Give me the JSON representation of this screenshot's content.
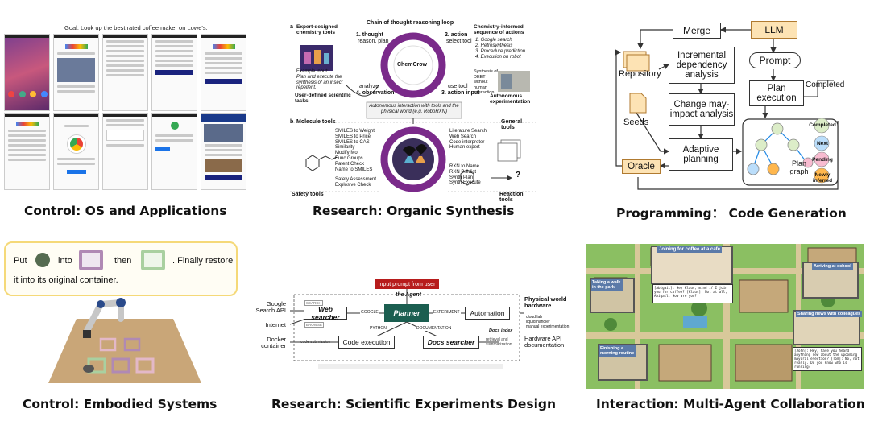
{
  "captions": {
    "os": "Control: OS and Applications",
    "synthesis": "Research: Organic Synthesis",
    "code": "Programming： Code Generation",
    "embodied": "Control: Embodied Systems",
    "experiments": "Research:  Scientific Experiments Design",
    "multiagent": "Interaction: Multi-Agent Collaboration"
  },
  "os_panel": {
    "goal": "Goal: Look up the best rated coffee maker on Lowe's."
  },
  "chemcrow": {
    "section_a": "a",
    "section_b": "b",
    "expert_tools": "Expert-designed chemistry tools",
    "loop_title": "Chain of thought reasoning loop",
    "chem_informed": "Chemistry-informed sequence of actions",
    "step1": "1. thought",
    "step1_sub": "reason, plan",
    "step2": "2. action",
    "step2_sub": "select tool",
    "step3_sub": "use tool",
    "step3": "3. action input",
    "step4_sub": "analyze",
    "step4": "4. observation",
    "core": "ChemCrow",
    "example_label": "Example input:",
    "example_text": "Plan and execute the synthesis of an insect repellent.",
    "user_tasks": "User-defined scientific tasks",
    "actions": [
      "1. Google search",
      "2. Retrosynthesis",
      "3. Procedure prediction",
      "4. Execution on robot"
    ],
    "deet": "Synthesis of DEET without human interaction.",
    "autonomous": "Autonomous experimentation",
    "interaction": "Autonomous interaction with tools and the physical world (e.g. RoboRXN)",
    "molecule_tools": "Molecule tools",
    "general_tools": "General tools",
    "safety_tools": "Safety tools",
    "reaction_tools": "Reaction tools",
    "mol_list": [
      "SMILES to Weight",
      "SMILES to Price",
      "SMILES to CAS",
      "Similarity",
      "Modify Mol",
      "Func Groups",
      "Patent Check",
      "Name to SMILES"
    ],
    "safety_list": [
      "Safety Assessment",
      "Explosive Check"
    ],
    "general_list": [
      "Literature Search",
      "Web Search",
      "Code interpreter",
      "Human expert"
    ],
    "reaction_list": [
      "RXN to Name",
      "RXN Predict",
      "Synth Plan",
      "Synth Execute"
    ],
    "question": "?"
  },
  "codegen": {
    "merge": "Merge",
    "llm": "LLM",
    "repository": "Repository",
    "incremental": "Incremental dependency analysis",
    "prompt": "Prompt",
    "completed": "Completed",
    "seeds": "Seeds",
    "change": "Change may-impact analysis",
    "plan_exec": "Plan execution",
    "adaptive": "Adaptive planning",
    "oracle": "Oracle",
    "plan_graph": "Plan graph",
    "legend": [
      "Completed",
      "Next",
      "Pending",
      "Newly inferred"
    ]
  },
  "embodied": {
    "put": "Put",
    "into": "into",
    "then": "then",
    "restore": ". Finally restore",
    "line2": "it into its original container."
  },
  "experiments": {
    "input_prompt": "Input prompt from user",
    "the_agent": "the Agent",
    "google_api": "Google Search API",
    "internet": "Internet",
    "docker": "Docker container",
    "web_searcher": "Web searcher",
    "planner": "Planner",
    "automation": "Automation",
    "code_execution": "Code execution",
    "docs_searcher": "Docs searcher",
    "google": "GOOGLE",
    "experiment": "EXPERIMENT",
    "python": "PYTHON",
    "documentation": "DOCUMENTATION",
    "docs_index": "Docs index",
    "retrieval": "retrieval and summarization",
    "code_submission": "code submission",
    "physical_world": "Physical world hardware",
    "hw_list": [
      "cloud lab",
      "liquid handler",
      "manual experimentation"
    ],
    "hardware_api": "Hardware API documentation",
    "search_tag": "SEARCH",
    "browse_tag": "BROWSE"
  },
  "multiagent": {
    "joining_coffee": "Joining for coffee at a cafe",
    "walk_park": "Taking a walk in the park",
    "arriving_school": "Arriving at school",
    "sharing_news": "Sharing news with colleagues",
    "morning_routine": "Finishing a morning routine",
    "chat1": "[Abigail]: Hey Klaus, mind if I join you for coffee? [Klaus]: Not at all, Abigail. How are you?",
    "chat2": "[John]: Hey, have you heard anything new about the upcoming mayoral election? [Tom]: No, not really. Do you know who is running?"
  }
}
